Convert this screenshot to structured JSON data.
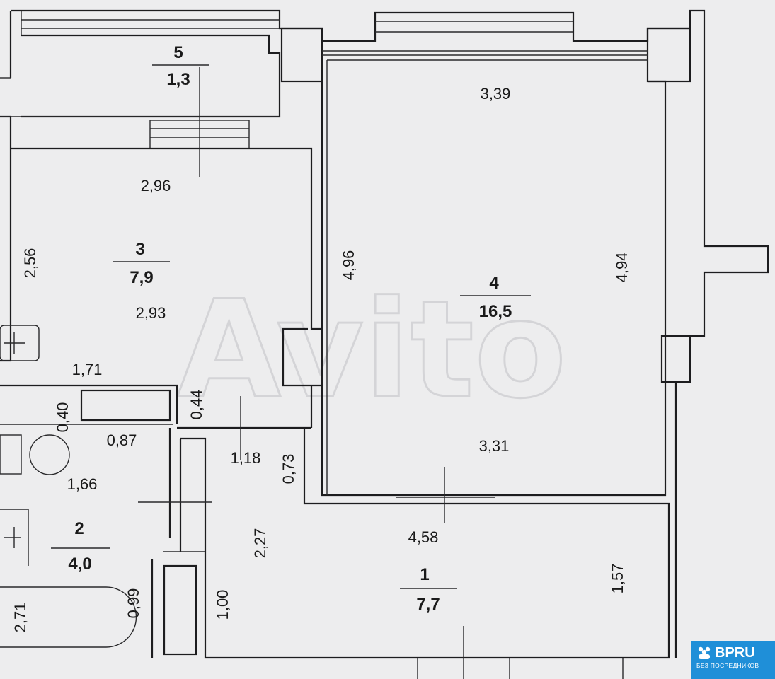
{
  "rooms": [
    {
      "id": "1",
      "area": "7,7"
    },
    {
      "id": "2",
      "area": "4,0"
    },
    {
      "id": "3",
      "area": "7,9"
    },
    {
      "id": "4",
      "area": "16,5"
    },
    {
      "id": "5",
      "area": "1,3"
    }
  ],
  "dimensions": {
    "room4_top": "3,39",
    "room4_bottom": "3,31",
    "room4_left": "4,96",
    "room4_right": "4,94",
    "room3_top": "2,96",
    "room3_mid": "2,93",
    "room3_left": "2,56",
    "hall_top": "1,71",
    "hall_d040": "0,40",
    "hall_d044": "0,44",
    "hall_d087": "0,87",
    "hall_d118": "1,18",
    "hall_d073": "0,73",
    "bath_w": "1,66",
    "hall_h": "2,27",
    "hall_d100": "1,00",
    "bath_d099": "0,99",
    "bath_h": "2,71",
    "room1_w": "4,58",
    "room1_h": "1,57"
  },
  "watermark": "Avito",
  "badge": {
    "name": "BPRU",
    "subtitle": "БЕЗ ПОСРЕДНИКОВ",
    "color": "#1f8fd8"
  }
}
